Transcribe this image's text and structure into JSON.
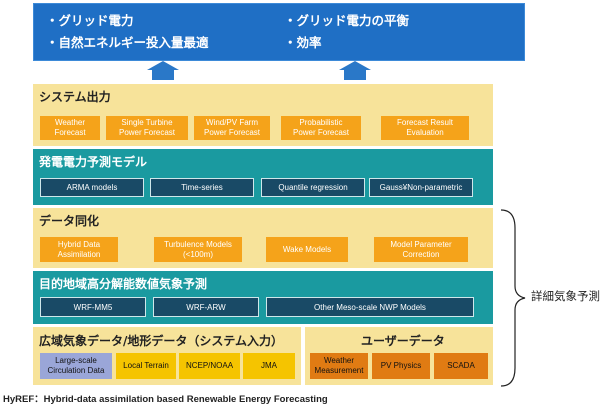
{
  "goals": {
    "left_1": "・グリッド電力",
    "left_2": "・自然エネルギー投入量最適",
    "right_1": "・グリッド電力の平衡",
    "right_2": "・効率"
  },
  "layers": {
    "output": {
      "title": "システム出力",
      "items": [
        "Weather\nForecast",
        "Single Turbine\nPower Forecast",
        "Wind/PV Farm\nPower Forecast",
        "Probabilistic\nPower Forecast",
        "Forecast Result\nEvaluation"
      ]
    },
    "model": {
      "title": "発電電力予測モデル",
      "items": [
        "ARMA models",
        "Time-series",
        "Quantile regression",
        "Gauss¥Non-parametric"
      ]
    },
    "assimilation": {
      "title": "データ同化",
      "items": [
        "Hybrid Data\nAssimilation",
        "Turbulence Models\n(<100m)",
        "Wake Models",
        "Model Parameter\nCorrection"
      ]
    },
    "nwp": {
      "title": "目的地域高分解能数値気象予測",
      "items": [
        "WRF-MM5",
        "WRF-ARW",
        "Other Meso-scale NWP Models"
      ]
    },
    "inputs": {
      "title": "広域気象データ/地形データ（システム入力）",
      "items": [
        "Large-scale\nCirculation Data",
        "Local Terrain",
        "NCEP/NOAA",
        "JMA"
      ]
    },
    "user_data": {
      "title": "ユーザーデータ",
      "items": [
        "Weather\nMeasurement",
        "PV Physics",
        "SCADA"
      ]
    }
  },
  "bracket_label": "詳細気象予測",
  "footer": "HyREF：Hybrid-data assimilation based Renewable Energy Forecasting",
  "colors": {
    "blue_panel": "#1f6fc5",
    "yellow_band": "#f7e39a",
    "teal_band": "#1a9aa0",
    "orange_box": "#f5a31a",
    "navy_box": "#194a66",
    "lavender_box": "#9aa6d8",
    "yellow_box": "#f5c400",
    "dark_orange_box": "#e07b13"
  }
}
